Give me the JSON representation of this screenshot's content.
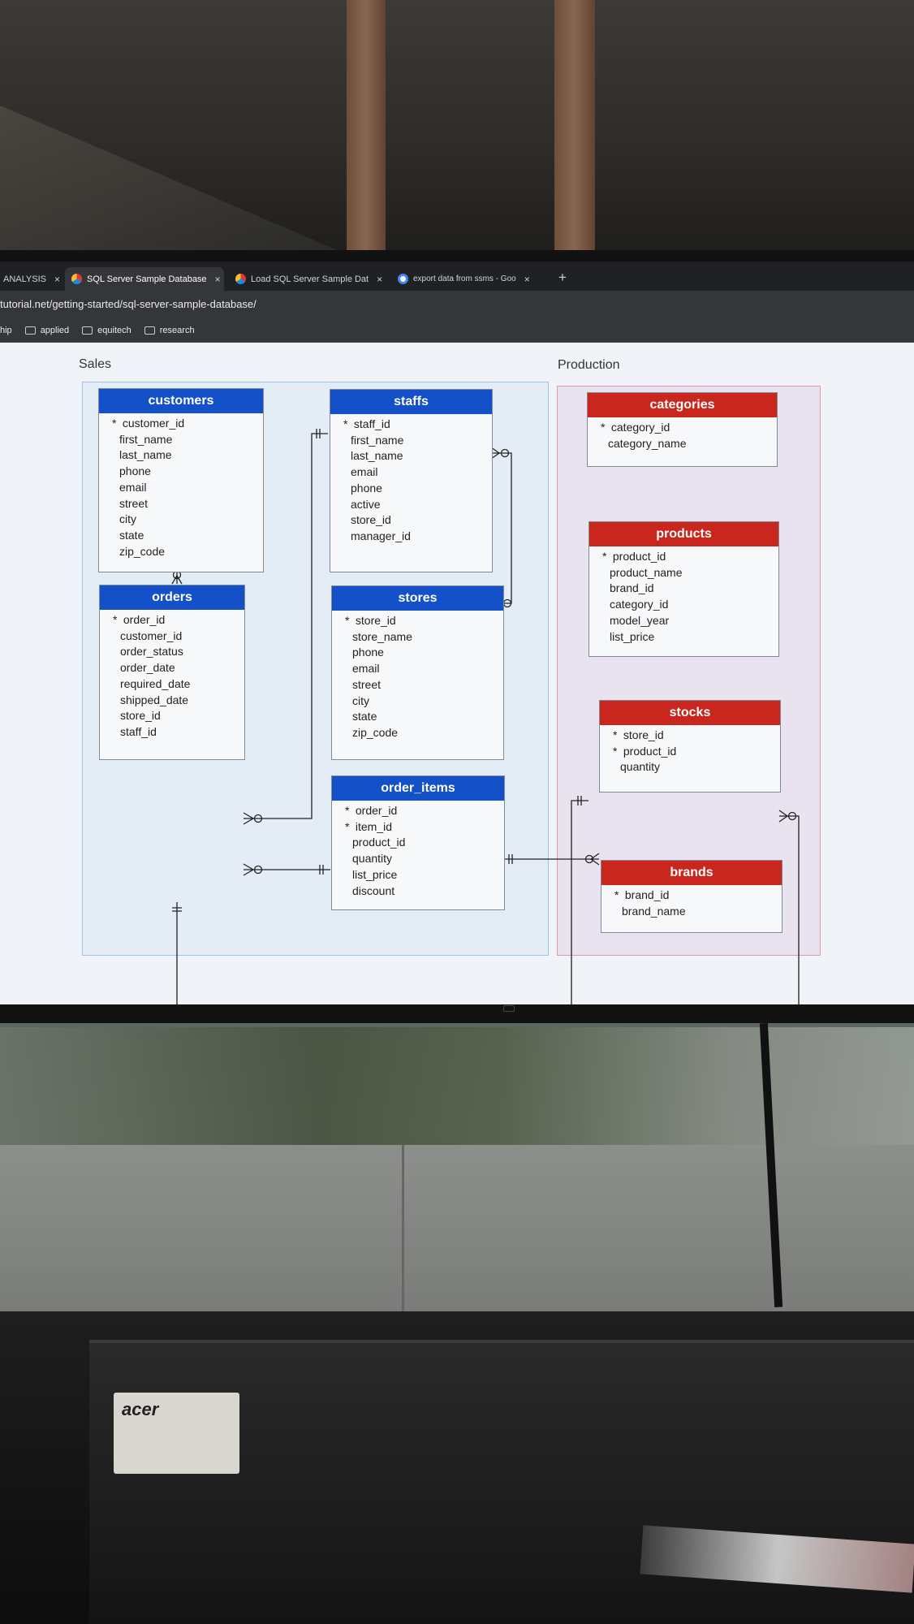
{
  "browser": {
    "tabs": [
      {
        "label": "ANALYSIS",
        "active": false
      },
      {
        "label": "SQL Server Sample Database",
        "active": true
      },
      {
        "label": "Load SQL Server Sample Dat",
        "active": false
      },
      {
        "label": "export data from ssms - Goo",
        "active": false
      }
    ],
    "url": "tutorial.net/getting-started/sql-server-sample-database/",
    "bookmarks": [
      "hip",
      "applied",
      "equitech",
      "research"
    ]
  },
  "diagram": {
    "sales_label": "Sales",
    "production_label": "Production",
    "entities": {
      "customers": {
        "title": "customers",
        "fields": [
          {
            "pk": true,
            "name": "customer_id"
          },
          {
            "pk": false,
            "name": "first_name"
          },
          {
            "pk": false,
            "name": "last_name"
          },
          {
            "pk": false,
            "name": "phone"
          },
          {
            "pk": false,
            "name": "email"
          },
          {
            "pk": false,
            "name": "street"
          },
          {
            "pk": false,
            "name": "city"
          },
          {
            "pk": false,
            "name": "state"
          },
          {
            "pk": false,
            "name": "zip_code"
          }
        ]
      },
      "staffs": {
        "title": "staffs",
        "fields": [
          {
            "pk": true,
            "name": "staff_id"
          },
          {
            "pk": false,
            "name": "first_name"
          },
          {
            "pk": false,
            "name": "last_name"
          },
          {
            "pk": false,
            "name": "email"
          },
          {
            "pk": false,
            "name": "phone"
          },
          {
            "pk": false,
            "name": "active"
          },
          {
            "pk": false,
            "name": "store_id"
          },
          {
            "pk": false,
            "name": "manager_id"
          }
        ]
      },
      "orders": {
        "title": "orders",
        "fields": [
          {
            "pk": true,
            "name": "order_id"
          },
          {
            "pk": false,
            "name": "customer_id"
          },
          {
            "pk": false,
            "name": "order_status"
          },
          {
            "pk": false,
            "name": "order_date"
          },
          {
            "pk": false,
            "name": "required_date"
          },
          {
            "pk": false,
            "name": "shipped_date"
          },
          {
            "pk": false,
            "name": "store_id"
          },
          {
            "pk": false,
            "name": "staff_id"
          }
        ]
      },
      "stores": {
        "title": "stores",
        "fields": [
          {
            "pk": true,
            "name": "store_id"
          },
          {
            "pk": false,
            "name": "store_name"
          },
          {
            "pk": false,
            "name": "phone"
          },
          {
            "pk": false,
            "name": "email"
          },
          {
            "pk": false,
            "name": "street"
          },
          {
            "pk": false,
            "name": "city"
          },
          {
            "pk": false,
            "name": "state"
          },
          {
            "pk": false,
            "name": "zip_code"
          }
        ]
      },
      "order_items": {
        "title": "order_items",
        "fields": [
          {
            "pk": true,
            "name": "order_id"
          },
          {
            "pk": true,
            "name": "item_id"
          },
          {
            "pk": false,
            "name": "product_id"
          },
          {
            "pk": false,
            "name": "quantity"
          },
          {
            "pk": false,
            "name": "list_price"
          },
          {
            "pk": false,
            "name": "discount"
          }
        ]
      },
      "categories": {
        "title": "categories",
        "fields": [
          {
            "pk": true,
            "name": "category_id"
          },
          {
            "pk": false,
            "name": "category_name"
          }
        ]
      },
      "products": {
        "title": "products",
        "fields": [
          {
            "pk": true,
            "name": "product_id"
          },
          {
            "pk": false,
            "name": "product_name"
          },
          {
            "pk": false,
            "name": "brand_id"
          },
          {
            "pk": false,
            "name": "category_id"
          },
          {
            "pk": false,
            "name": "model_year"
          },
          {
            "pk": false,
            "name": "list_price"
          }
        ]
      },
      "stocks": {
        "title": "stocks",
        "fields": [
          {
            "pk": true,
            "name": "store_id"
          },
          {
            "pk": true,
            "name": "product_id"
          },
          {
            "pk": false,
            "name": "quantity"
          }
        ]
      },
      "brands": {
        "title": "brands",
        "fields": [
          {
            "pk": true,
            "name": "brand_id"
          },
          {
            "pk": false,
            "name": "brand_name"
          }
        ]
      }
    }
  },
  "colors": {
    "sales_header": "#1450c8",
    "production_header": "#c9261d",
    "browser_chrome": "#35363a"
  },
  "desk": {
    "sticker_brand": "acer"
  }
}
